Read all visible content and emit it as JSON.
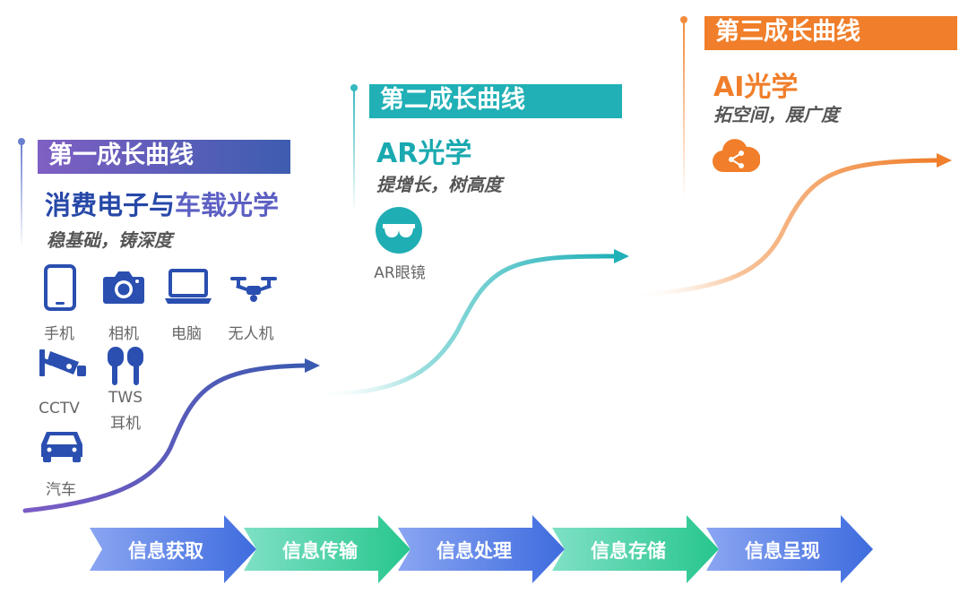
{
  "curve1": {
    "banner": "第一成长曲线",
    "headline_part1": "消费电子与",
    "headline_part2": "车载光学",
    "subtitle": "稳基础，铸深度",
    "devices": [
      {
        "label": "手机",
        "icon": "phone-icon"
      },
      {
        "label": "相机",
        "icon": "camera-icon"
      },
      {
        "label": "电脑",
        "icon": "laptop-icon"
      },
      {
        "label": "无人机",
        "icon": "drone-icon"
      },
      {
        "label": "CCTV",
        "icon": "cctv-icon"
      },
      {
        "label": "TWS",
        "label2": "耳机",
        "icon": "earbuds-icon"
      },
      {
        "label": "汽车",
        "icon": "car-icon"
      }
    ],
    "color": "#4a63b8"
  },
  "curve2": {
    "banner": "第二成长曲线",
    "headline": "AR光学",
    "subtitle": "提增长，树高度",
    "devices": [
      {
        "label": "AR眼镜",
        "icon": "ar-glasses-icon"
      }
    ],
    "color": "#26b3b3"
  },
  "curve3": {
    "banner": "第三成长曲线",
    "headline": "AI光学",
    "subtitle": "拓空间，展广度",
    "icon": "cloud-share-icon",
    "color": "#f07e2a"
  },
  "flow": [
    "信息获取",
    "信息传输",
    "信息处理",
    "信息存储",
    "信息呈现"
  ]
}
